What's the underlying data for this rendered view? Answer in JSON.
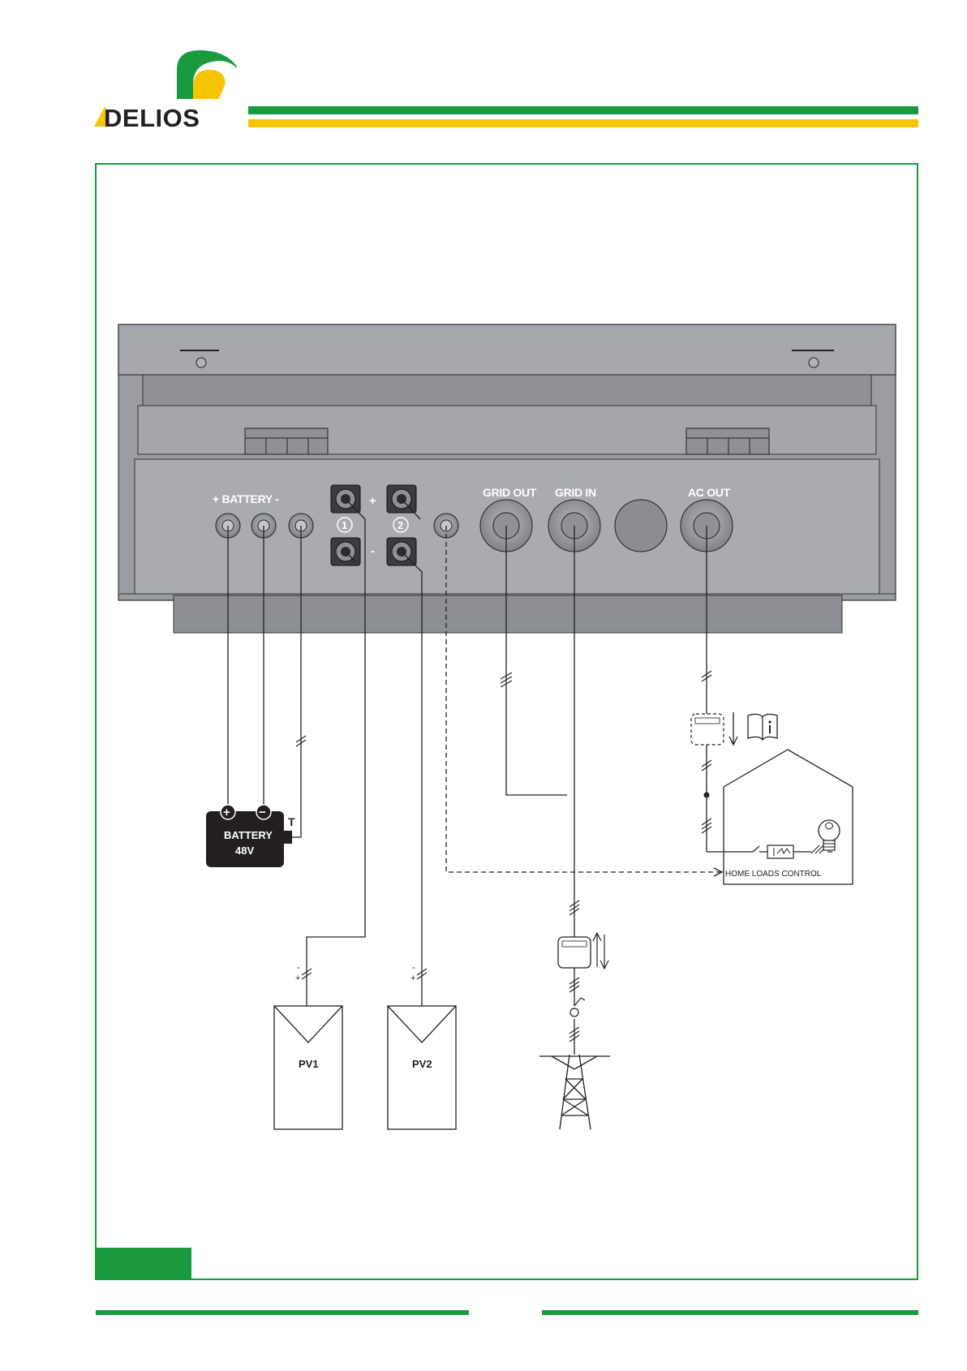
{
  "brand": {
    "name": "DELIOS",
    "colors": {
      "green": "#1a9a3f",
      "yellow": "#f7c600",
      "dark": "#231f20"
    }
  },
  "inverter": {
    "port_labels": {
      "battery": "+ BATTERY -",
      "pv_plus": "+",
      "pv_minus": "-",
      "pv1_num": "1",
      "pv2_num": "2",
      "grid_out": "GRID OUT",
      "grid_in": "GRID IN",
      "ac_out": "AC OUT"
    }
  },
  "battery": {
    "label": "BATTERY",
    "voltage": "48V",
    "temp_label": "T",
    "plus_symbol": "+",
    "minus_symbol": "−"
  },
  "pv": {
    "pv1_label": "PV1",
    "pv2_label": "PV2",
    "polarity_minus": "-",
    "polarity_plus": "+"
  },
  "home": {
    "loads_control_label": "HOME LOADS CONTROL"
  },
  "icons": [
    "manual-info-icon",
    "energy-meter-icon",
    "breaker-icon",
    "light-bulb-icon",
    "pylon-icon",
    "house-icon"
  ]
}
